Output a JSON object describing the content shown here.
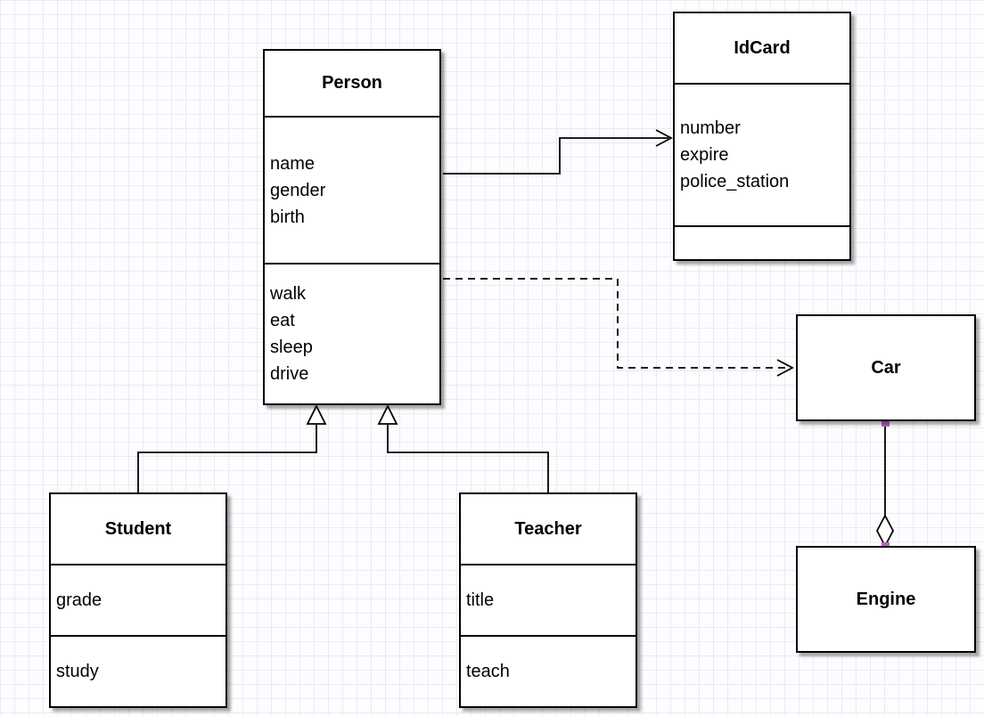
{
  "canvas": {
    "background_color": "#fdfdff",
    "grid_color": "#eaeaf4"
  },
  "colors": {
    "box_fill": "#ffffff",
    "stroke": "#000000",
    "handle": "#b861c4"
  },
  "classes": {
    "person": {
      "title": "Person",
      "attributes": [
        "name",
        "gender",
        "birth"
      ],
      "methods": [
        "walk",
        "eat",
        "sleep",
        "drive"
      ]
    },
    "idcard": {
      "title": "IdCard",
      "attributes": [
        "number",
        "expire",
        "police_station"
      ],
      "methods": []
    },
    "student": {
      "title": "Student",
      "attributes": [
        "grade"
      ],
      "methods": [
        "study"
      ]
    },
    "teacher": {
      "title": "Teacher",
      "attributes": [
        "title"
      ],
      "methods": [
        "teach"
      ]
    },
    "car": {
      "title": "Car"
    },
    "engine": {
      "title": "Engine"
    }
  },
  "relations": [
    {
      "from": "Person",
      "to": "IdCard",
      "type": "association",
      "line": "solid",
      "arrow": "open"
    },
    {
      "from": "Person",
      "to": "Car",
      "type": "dependency",
      "line": "dashed",
      "arrow": "open"
    },
    {
      "from": "Student",
      "to": "Person",
      "type": "generalization",
      "line": "solid",
      "arrow": "hollow-triangle"
    },
    {
      "from": "Teacher",
      "to": "Person",
      "type": "generalization",
      "line": "solid",
      "arrow": "hollow-triangle"
    },
    {
      "from": "Car",
      "to": "Engine",
      "type": "aggregation",
      "line": "solid",
      "arrow": "hollow-diamond"
    }
  ]
}
